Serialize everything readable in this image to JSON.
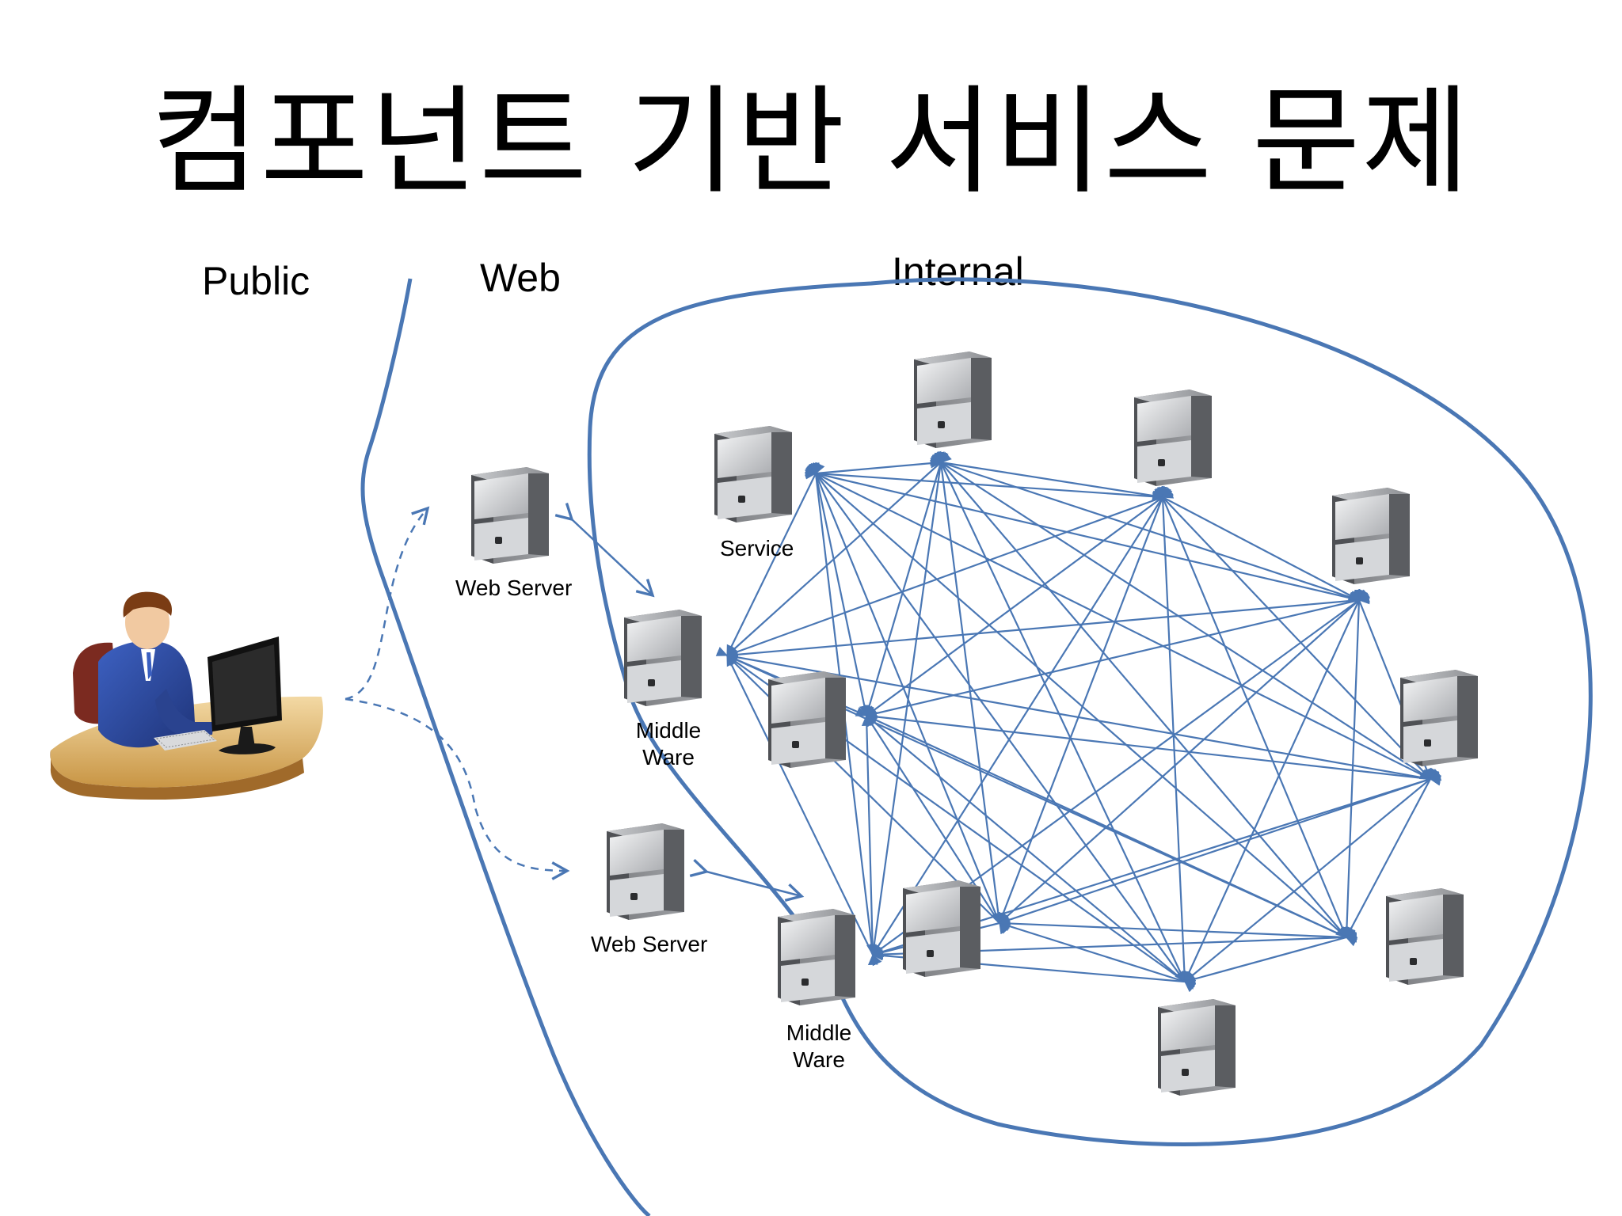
{
  "slide": {
    "title": "컴포넌트 기반 서비스 문제"
  },
  "zones": {
    "public": "Public",
    "web": "Web",
    "internal": "Internal"
  },
  "nodes": {
    "web_server": "Web Server",
    "middle_ware": "Middle Ware",
    "service": "Service"
  },
  "colors": {
    "boundary": "#4a77b4",
    "mesh": "#4a77b4",
    "server_body": "#8a8c8f",
    "server_face": "#e7e8ea",
    "desk": "#d7a85a",
    "suit": "#2f4ea2"
  }
}
